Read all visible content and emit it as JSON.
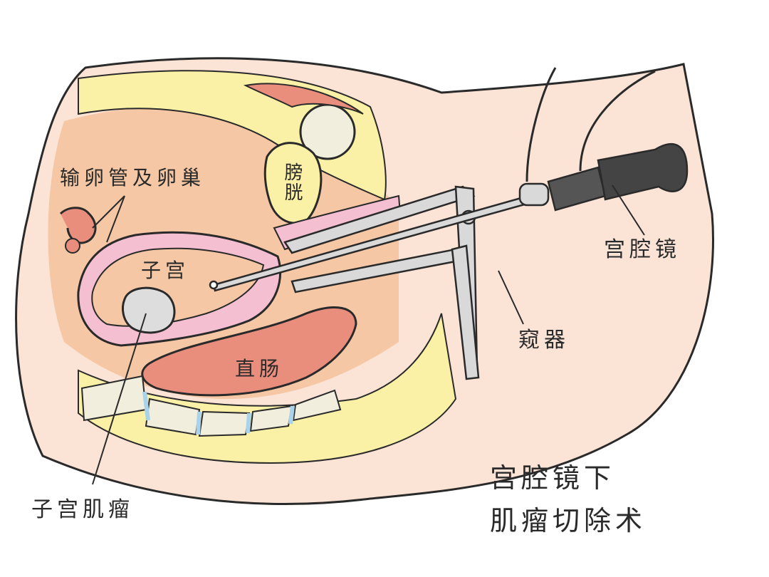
{
  "labels": {
    "fallopian_tubes_ovaries": "输卵管及卵巢",
    "bladder": "膀胱",
    "uterus": "子宫",
    "rectum": "直肠",
    "fibroid": "子宫肌瘤",
    "hysteroscope": "宫腔镜",
    "speculum": "窥器"
  },
  "caption": {
    "line1": "宫腔镜下",
    "line2": "肌瘤切除术"
  },
  "colors": {
    "skin": "#fbe4d6",
    "abdomen": "#f6c7a4",
    "fat_yellow": "#faf0a6",
    "uterus_pink": "#f4bfd0",
    "organ_red": "#e98e7d",
    "bone": "#f1eedd",
    "disc_blue": "#a9d3ea",
    "instrument": "#d9d9d9",
    "scope_dark": "#555555",
    "ink": "#2a2a2a"
  }
}
